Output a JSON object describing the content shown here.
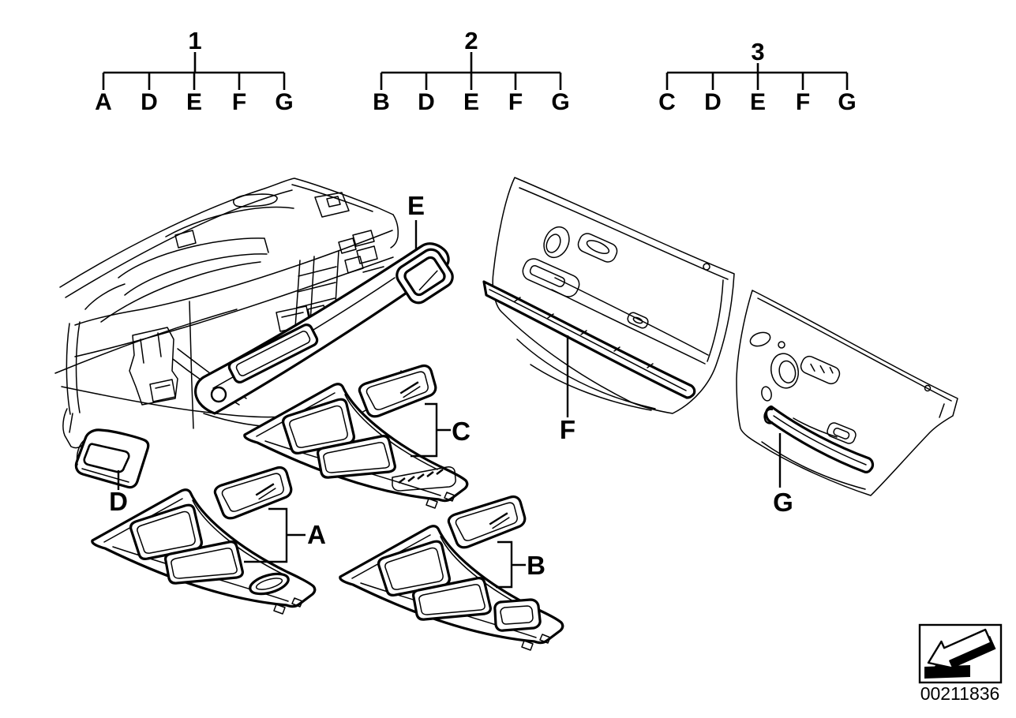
{
  "variant_trees": [
    {
      "number": "1",
      "letters": [
        "A",
        "D",
        "E",
        "F",
        "G"
      ]
    },
    {
      "number": "2",
      "letters": [
        "B",
        "D",
        "E",
        "F",
        "G"
      ]
    },
    {
      "number": "3",
      "letters": [
        "C",
        "D",
        "E",
        "F",
        "G"
      ]
    }
  ],
  "callouts": {
    "dashboard_trim_strip": "E",
    "center_console_trim_c": "C",
    "glovebox_trim_strip": "D",
    "front_door_trim_strip": "F",
    "center_console_trim_a": "A",
    "center_console_trim_b": "B",
    "rear_door_trim_strip": "G"
  },
  "footer": {
    "document_number": "00211836"
  }
}
